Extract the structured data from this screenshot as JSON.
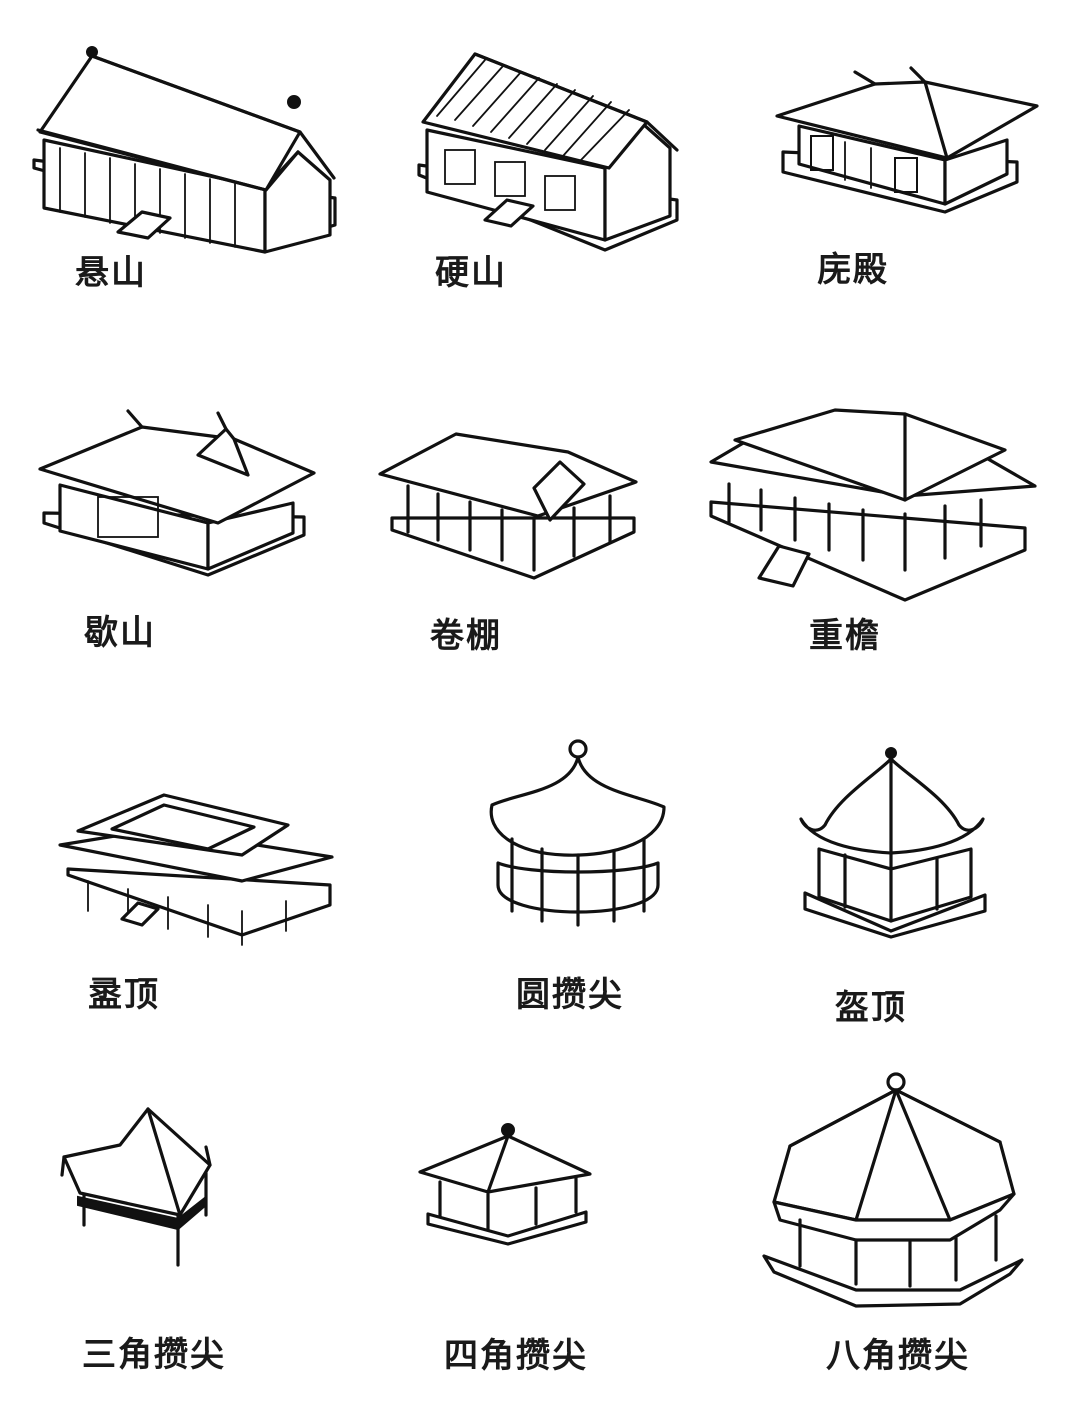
{
  "roof_types": [
    {
      "label": "悬山"
    },
    {
      "label": "硬山"
    },
    {
      "label": "庑殿"
    },
    {
      "label": "歇山"
    },
    {
      "label": "卷棚"
    },
    {
      "label": "重檐"
    },
    {
      "label": "盝顶"
    },
    {
      "label": "圆攒尖"
    },
    {
      "label": "盔顶"
    },
    {
      "label": "三角攒尖"
    },
    {
      "label": "四角攒尖"
    },
    {
      "label": "八角攒尖"
    }
  ],
  "colors": {
    "ink": "#111111",
    "paper": "#ffffff"
  }
}
